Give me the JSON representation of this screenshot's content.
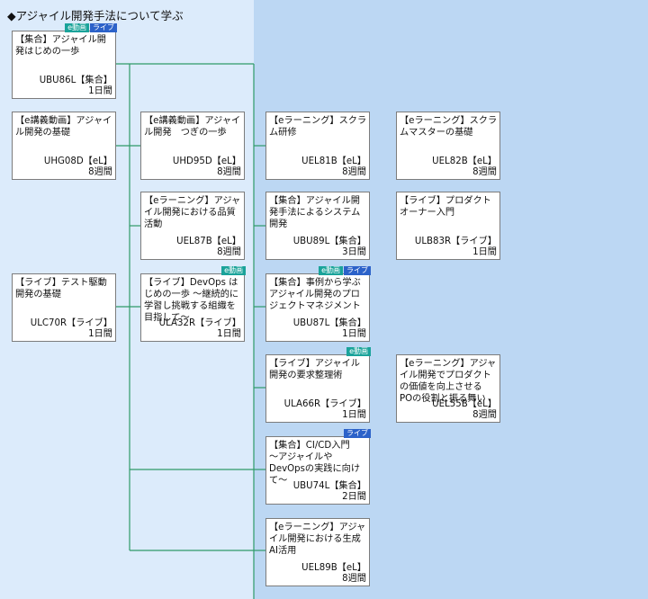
{
  "title": "◆アジャイル開発手法について学ぶ",
  "colors": {
    "left_bg": "#dcebfb",
    "right_bg": "#bcd7f3",
    "connector": "#2e9a68",
    "badge_e": "#1aa39a",
    "badge_live": "#2c62c9"
  },
  "badge_labels": {
    "e": "e動画",
    "live": "ライブ"
  },
  "cards": [
    {
      "id": "ubu86l",
      "title": "【集合】アジャイル開発はじめの一歩",
      "code": "UBU86L【集合】",
      "duration": "1日間",
      "badges": [
        "e",
        "live"
      ]
    },
    {
      "id": "uhg08d",
      "title": "【e講義動画】アジャイル開発の基礎",
      "code": "UHG08D【eL】",
      "duration": "8週間",
      "badges": []
    },
    {
      "id": "uhd95d",
      "title": "【e講義動画】アジャイル開発　つぎの一歩",
      "code": "UHD95D【eL】",
      "duration": "8週間",
      "badges": []
    },
    {
      "id": "uel81b",
      "title": "【eラーニング】スクラム研修",
      "code": "UEL81B【eL】",
      "duration": "8週間",
      "badges": []
    },
    {
      "id": "uel82b",
      "title": "【eラーニング】スクラムマスターの基礎",
      "code": "UEL82B【eL】",
      "duration": "8週間",
      "badges": []
    },
    {
      "id": "uel87b",
      "title": "【eラーニング】アジャイル開発における品質活動",
      "code": "UEL87B【eL】",
      "duration": "8週間",
      "badges": []
    },
    {
      "id": "ubu89l",
      "title": "【集合】アジャイル開発手法によるシステム開発",
      "code": "UBU89L【集合】",
      "duration": "3日間",
      "badges": []
    },
    {
      "id": "ulb83r",
      "title": "【ライブ】プロダクトオーナー入門",
      "code": "ULB83R【ライブ】",
      "duration": "1日間",
      "badges": []
    },
    {
      "id": "ulc70r",
      "title": "【ライブ】テスト駆動開発の基礎",
      "code": "ULC70R【ライブ】",
      "duration": "1日間",
      "badges": []
    },
    {
      "id": "ula32r",
      "title": "【ライブ】DevOps はじめの一歩 ～継続的に学習し挑戦する組織を目指して～",
      "code": "ULA32R【ライブ】",
      "duration": "1日間",
      "badges": [
        "e"
      ]
    },
    {
      "id": "ubu87l",
      "title": "【集合】事例から学ぶ　アジャイル開発のプロジェクトマネジメント",
      "code": "UBU87L【集合】",
      "duration": "1日間",
      "badges": [
        "e",
        "live"
      ]
    },
    {
      "id": "ula66r",
      "title": "【ライブ】アジャイル開発の要求整理術",
      "code": "ULA66R【ライブ】",
      "duration": "1日間",
      "badges": [
        "e"
      ]
    },
    {
      "id": "uel55b",
      "title": "【eラーニング】アジャイル開発でプロダクトの価値を向上させる　POの役割と振る舞い",
      "code": "UEL55B【eL】",
      "duration": "8週間",
      "badges": []
    },
    {
      "id": "ubu74l",
      "title": "【集合】CI/CD入門　～アジャイルやDevOpsの実践に向けて～",
      "code": "UBU74L【集合】",
      "duration": "2日間",
      "badges": [
        "live"
      ]
    },
    {
      "id": "uel89b",
      "title": "【eラーニング】アジャイル開発における生成AI活用",
      "code": "UEL89B【eL】",
      "duration": "8週間",
      "badges": []
    }
  ]
}
